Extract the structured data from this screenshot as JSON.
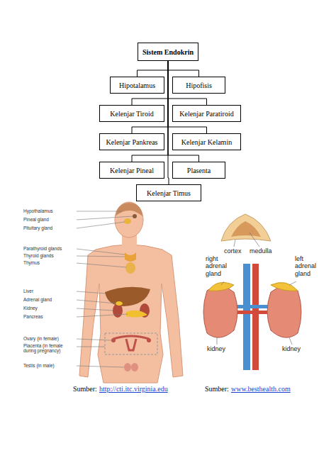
{
  "diagram": {
    "nodes": [
      {
        "text": [
          "Sistem Endokrin"
        ]
      },
      {
        "text": [
          "Hipotalamus"
        ]
      },
      {
        "text": [
          "Hipofisis"
        ]
      },
      {
        "text": [
          "Kelenjar Tiroid"
        ]
      },
      {
        "text": [
          "Kelenjar Paratiroid"
        ]
      },
      {
        "text": [
          "Kelenjar Pankreas"
        ]
      },
      {
        "text": [
          "Kelenjar Kelamin"
        ]
      },
      {
        "text": [
          "Kelenjar Pineal"
        ]
      },
      {
        "text": [
          "Plasenta"
        ]
      },
      {
        "text": [
          "Kelenjar Timus"
        ]
      }
    ],
    "edges": [
      {
        "from": 0,
        "to": 1,
        "arrow": "none"
      },
      {
        "from": 0,
        "to": 2,
        "arrow": "none"
      },
      {
        "from": 0,
        "to": 3,
        "arrow": "none"
      },
      {
        "from": 0,
        "to": 4,
        "arrow": "none"
      },
      {
        "from": 0,
        "to": 5,
        "arrow": "none"
      },
      {
        "from": 0,
        "to": 6,
        "arrow": "none"
      },
      {
        "from": 0,
        "to": 7,
        "arrow": "none"
      },
      {
        "from": 0,
        "to": 8,
        "arrow": "none"
      },
      {
        "from": 0,
        "to": 9,
        "arrow": "none"
      }
    ],
    "labels": [
      "Hypothalamus",
      "Pineal gland",
      "Pituitary gland",
      "Parathyroid glands",
      "Thyroid glands",
      "Thymus",
      "Liver",
      "Adrenal gland",
      "Kidney",
      "Pancreas",
      "Ovary (in female)",
      "Placenta (in female during pregnancy)",
      "Testis (in male)",
      "cortex",
      "medulla",
      "right adrenal gland",
      "left adrenal gland",
      "kidney",
      "kidney",
      "Sumber:",
      "http://cti.itc.virginia.edu",
      "Sumber:",
      "www.besthealth.com"
    ]
  }
}
